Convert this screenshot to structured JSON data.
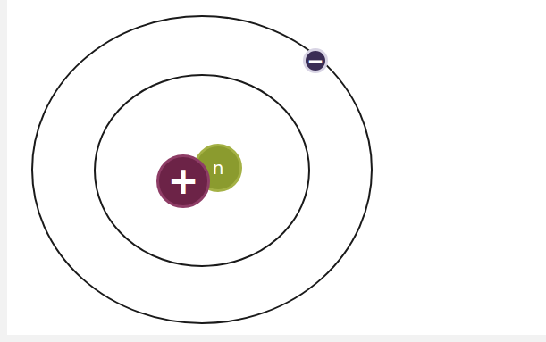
{
  "diagram": {
    "nodes": [
      {
        "text": [
          "+"
        ]
      },
      {
        "text": [
          "n"
        ]
      },
      {
        "text": [
          "−"
        ]
      }
    ]
  }
}
